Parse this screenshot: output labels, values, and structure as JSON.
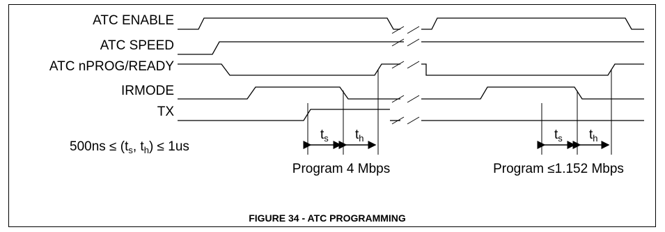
{
  "signals": [
    {
      "id": "atc-enable",
      "label": "ATC ENABLE"
    },
    {
      "id": "atc-speed",
      "label": "ATC SPEED"
    },
    {
      "id": "atc-nprog-ready",
      "label": "ATC nPROG/READY"
    },
    {
      "id": "irmode",
      "label": "IRMODE"
    },
    {
      "id": "tx",
      "label": "TX"
    }
  ],
  "constraint": {
    "prefix": "500ns ≤ (t",
    "s_sub": "s",
    "mid": ", t",
    "h_sub": "h",
    "suffix": ")  ≤ 1us"
  },
  "timing_labels": {
    "t": "t",
    "s": "s",
    "h": "h"
  },
  "programs": [
    {
      "label": "Program 4 Mbps"
    },
    {
      "label": "Program ≤1.152 Mbps"
    }
  ],
  "figure_caption": "FIGURE 34 - ATC PROGRAMMING"
}
